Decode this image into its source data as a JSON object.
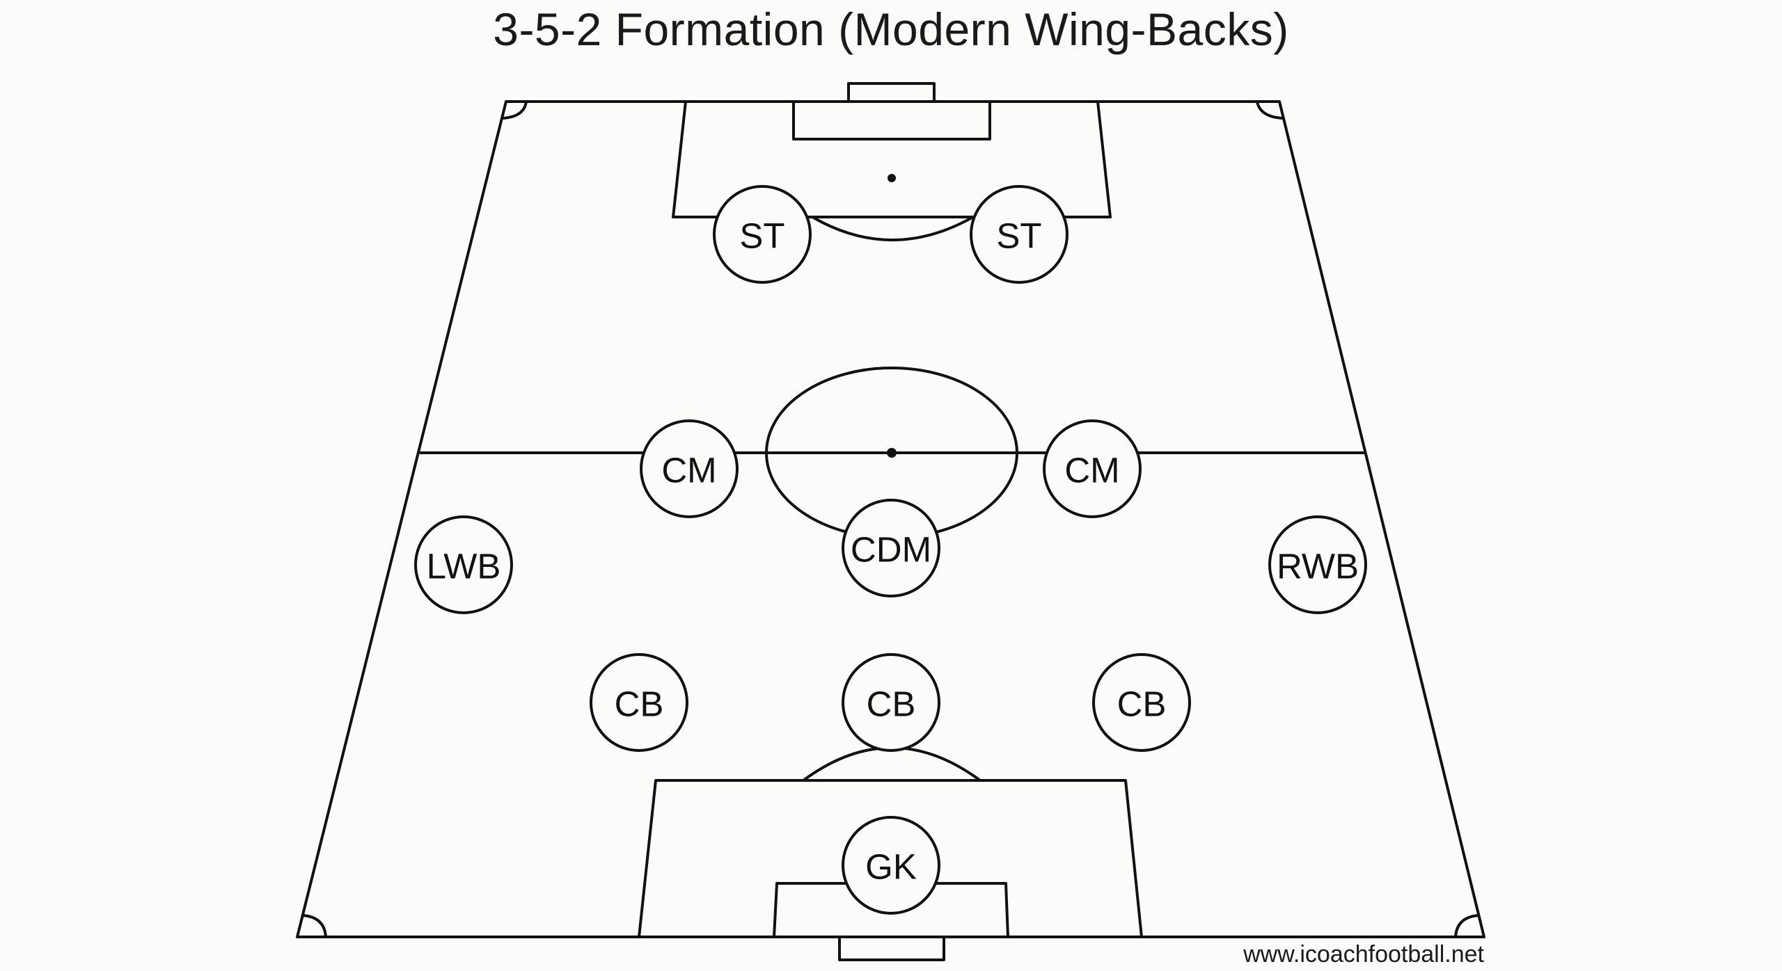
{
  "title": "3-5-2 Formation (Modern Wing-Backs)",
  "watermark": "www.icoachfootball.net",
  "players": [
    {
      "id": "st-left",
      "label": "ST"
    },
    {
      "id": "st-right",
      "label": "ST"
    },
    {
      "id": "cm-left",
      "label": "CM"
    },
    {
      "id": "cm-right",
      "label": "CM"
    },
    {
      "id": "lwb",
      "label": "LWB"
    },
    {
      "id": "cdm",
      "label": "CDM"
    },
    {
      "id": "rwb",
      "label": "RWB"
    },
    {
      "id": "cb-left",
      "label": "CB"
    },
    {
      "id": "cb-center",
      "label": "CB"
    },
    {
      "id": "cb-right",
      "label": "CB"
    },
    {
      "id": "gk",
      "label": "GK"
    }
  ]
}
